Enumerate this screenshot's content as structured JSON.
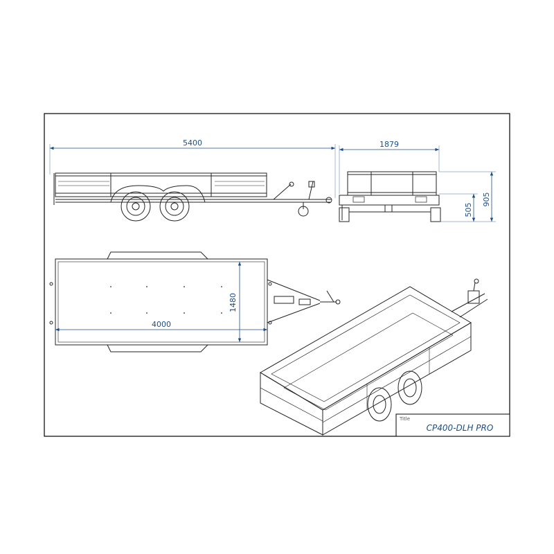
{
  "title_block": {
    "label": "Title",
    "value": "CP400-DLH PRO"
  },
  "dimensions": {
    "overall_length": "5400",
    "overall_width": "1879",
    "height_total": "905",
    "height_deck": "505",
    "bed_length": "4000",
    "bed_width": "1480"
  },
  "colors": {
    "dimension": "#1a4e8a",
    "line": "#222222",
    "frame": "#000000"
  }
}
